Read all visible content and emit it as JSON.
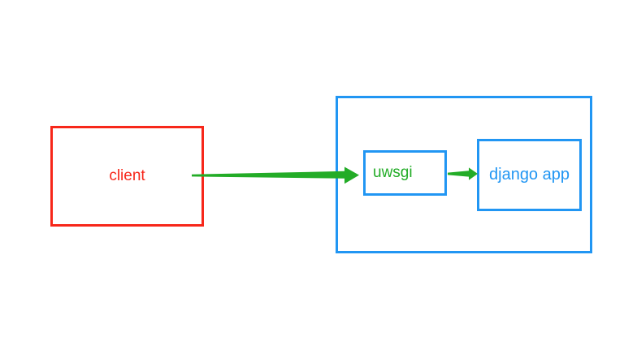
{
  "diagram": {
    "nodes": {
      "client": {
        "label": "client"
      },
      "server_container": {
        "label": ""
      },
      "uwsgi": {
        "label": "uwsgi"
      },
      "django": {
        "label": "django app"
      }
    },
    "edges": [
      {
        "from": "client",
        "to": "uwsgi",
        "style": "tapered-arrow"
      },
      {
        "from": "uwsgi",
        "to": "django",
        "style": "tapered-arrow"
      }
    ]
  },
  "colors": {
    "red": "#f7271a",
    "blue": "#2196f3",
    "green": "#23ac27",
    "background": "#ffffff"
  }
}
